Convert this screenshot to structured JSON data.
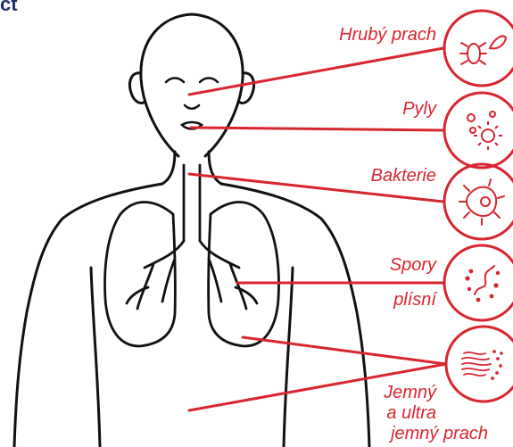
{
  "corner_text": "ct",
  "labels": {
    "coarse_dust": "Hrubý prach",
    "pollen": "Pyly",
    "bacteria": "Bakterie",
    "mold_spores_1": "Spory",
    "mold_spores_2": "plísní",
    "fine_dust_1": "Jemný",
    "fine_dust_2": "a ultra",
    "fine_dust_3": "jemný prach"
  },
  "colors": {
    "accent": "#d8262f",
    "outline": "#111111",
    "corner": "#1d2f6f"
  },
  "icons": [
    "dust-mite-icon",
    "pollen-icon",
    "bacterium-icon",
    "mold-spores-icon",
    "fine-particles-icon"
  ]
}
